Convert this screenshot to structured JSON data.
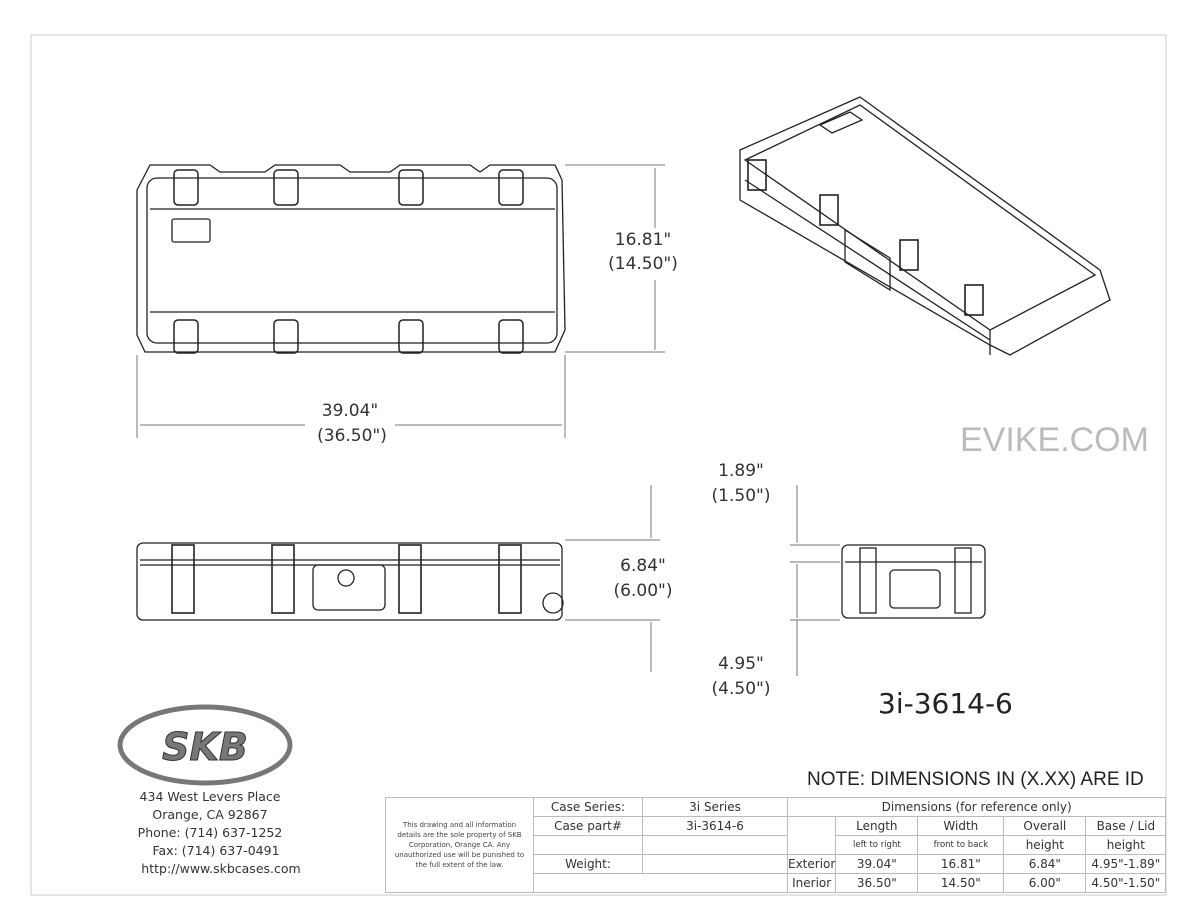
{
  "dimensions": {
    "width_exterior": "16.81\"",
    "width_interior": "(14.50\")",
    "length_exterior": "39.04\"",
    "length_interior": "(36.50\")",
    "height_exterior": "6.84\"",
    "height_interior": "(6.00\")",
    "lid_exterior": "1.89\"",
    "lid_interior": "(1.50\")",
    "base_exterior": "4.95\"",
    "base_interior": "(4.50\")"
  },
  "part_number": "3i-3614-6",
  "note": "NOTE: DIMENSIONS IN (X.XX) ARE ID",
  "company": {
    "logo_text": "SKB",
    "address_line1": "434 West Levers Place",
    "address_line2": "Orange, CA  92867",
    "phone": "Phone: (714) 637-1252",
    "fax": "Fax: (714) 637-0491",
    "website": "http://www.skbcases.com"
  },
  "title_block": {
    "disclaimer": "This drawing and all information details are the sole property of SKB Corporation, Orange CA. Any unauthorized use will be punished to the full extent of the law.",
    "case_series_label": "Case Series:",
    "case_series_value": "3i Series",
    "case_part_label": "Case part#",
    "case_part_value": "3i-3614-6",
    "weight_label": "Weight:",
    "dims_header": "Dimensions (for reference only)",
    "col_length": "Length",
    "col_length_sub": "left to right",
    "col_width": "Width",
    "col_width_sub": "front to back",
    "col_overall": "Overall",
    "col_overall_sub": "height",
    "col_baselid": "Base / Lid",
    "col_baselid_sub": "height",
    "rows": [
      {
        "label": "Exterior",
        "length": "39.04\"",
        "width": "16.81\"",
        "overall": "6.84\"",
        "baselid": "4.95\"-1.89\""
      },
      {
        "label": "Inerior",
        "length": "36.50\"",
        "width": "14.50\"",
        "overall": "6.00\"",
        "baselid": "4.50\"-1.50\""
      }
    ]
  },
  "watermark": "EVIKE.COM"
}
